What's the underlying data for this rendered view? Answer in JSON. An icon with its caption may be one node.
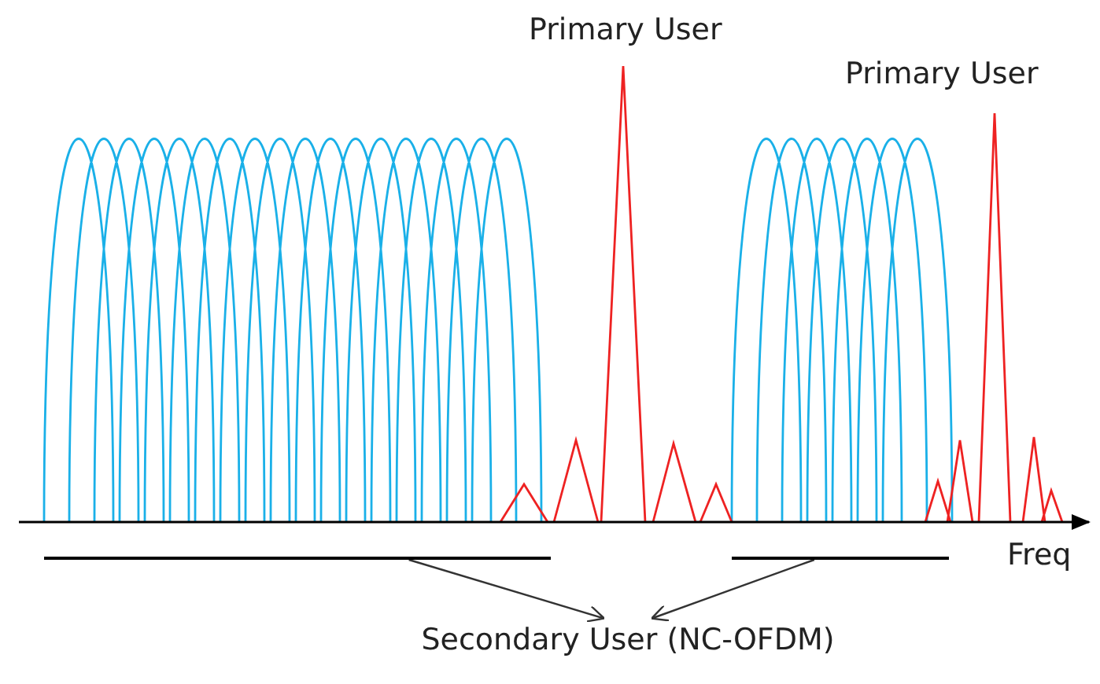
{
  "diagram": {
    "nodes": [
      {
        "text": [],
        "shape": "bar"
      },
      {
        "text": [],
        "shape": "bar"
      },
      {
        "text": [
          "Secondary User (NC-OFDM)"
        ]
      }
    ],
    "edges": [
      {
        "from": 0,
        "to": 2,
        "arrow": "to"
      },
      {
        "from": 1,
        "to": 2,
        "arrow": "to"
      }
    ],
    "labels": [
      "Primary User",
      "Primary User",
      "Freq"
    ]
  }
}
